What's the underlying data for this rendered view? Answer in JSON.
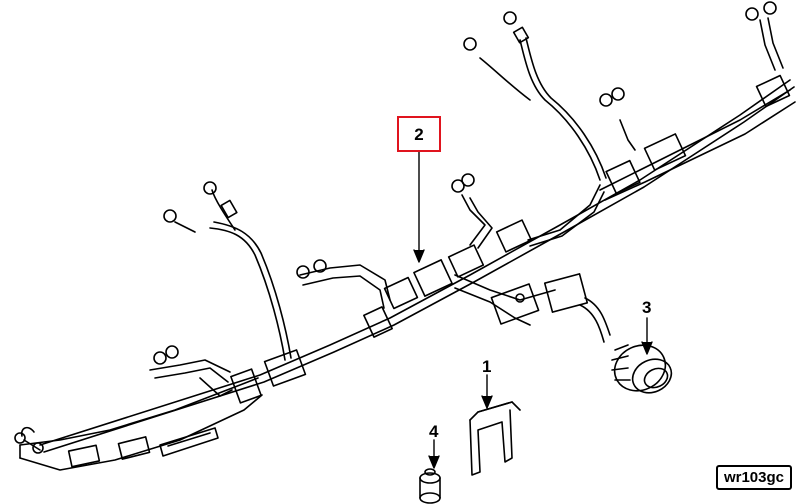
{
  "callouts": {
    "c1": "1",
    "c2": "2",
    "c3": "3",
    "c4": "4"
  },
  "highlight_color": "#e0141e",
  "reference_code": "wr103gc"
}
